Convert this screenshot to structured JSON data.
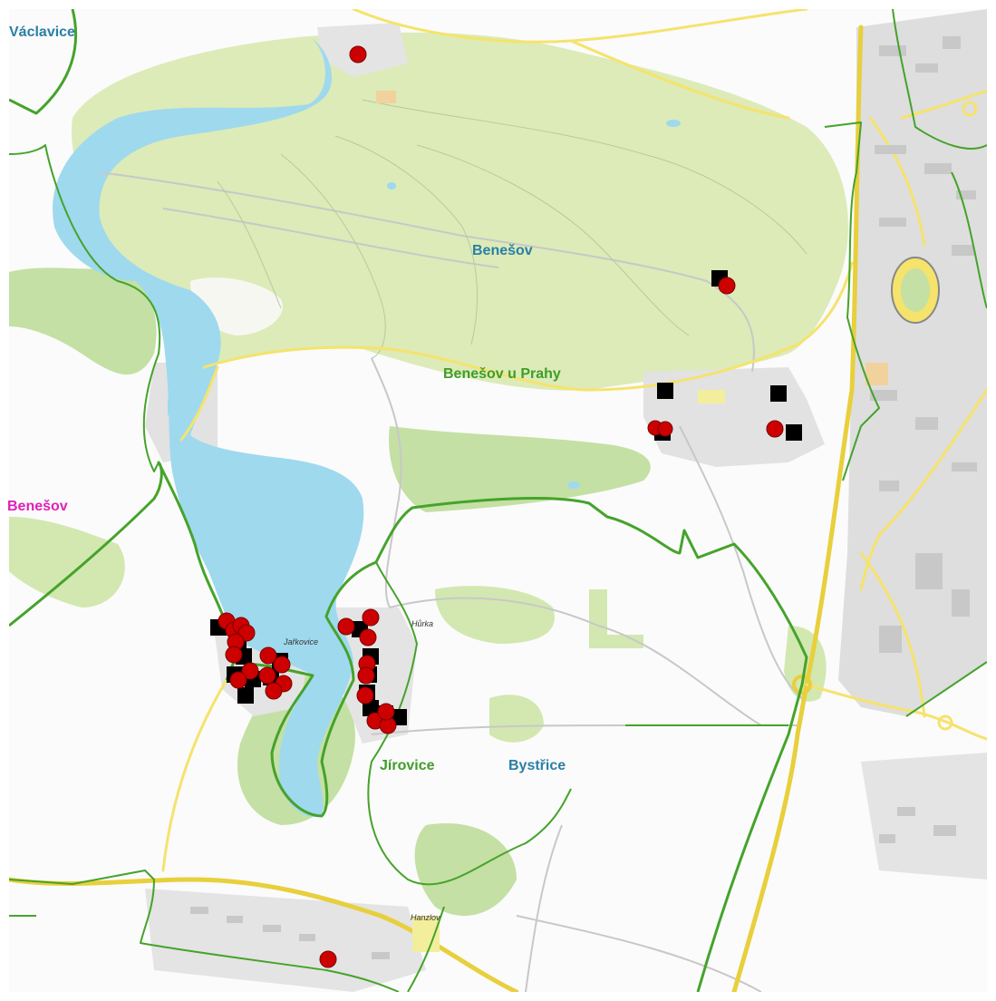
{
  "colors": {
    "background": "#ffffff",
    "park": "#dcebb8",
    "forest": "#c4e0a4",
    "water": "#9fd9ee",
    "built_area": "#dcdcdc",
    "road_major": "#f5e36c",
    "road_minor": "#c8c8c8",
    "boundary": "#45a32a",
    "marker_circle": "#cc0000",
    "marker_square": "#000000",
    "label_municipality": "#2a7fa6",
    "label_cadastral": "#3f9d27",
    "label_district": "#e020b8"
  },
  "labels": {
    "vaclavice": "Václavice",
    "benesov_municipality": "Benešov",
    "benesov_u_prahy": "Benešov u Prahy",
    "benesov_district": "Benešov",
    "jirovice": "Jírovice",
    "bystrice": "Bystřice",
    "jarkovice": "Jařkovice",
    "hurka": "Hůrka",
    "hanzlov": "Hanzlov"
  },
  "legend_symbols": {
    "circle": "red-circle-marker",
    "square": "black-square-marker"
  }
}
